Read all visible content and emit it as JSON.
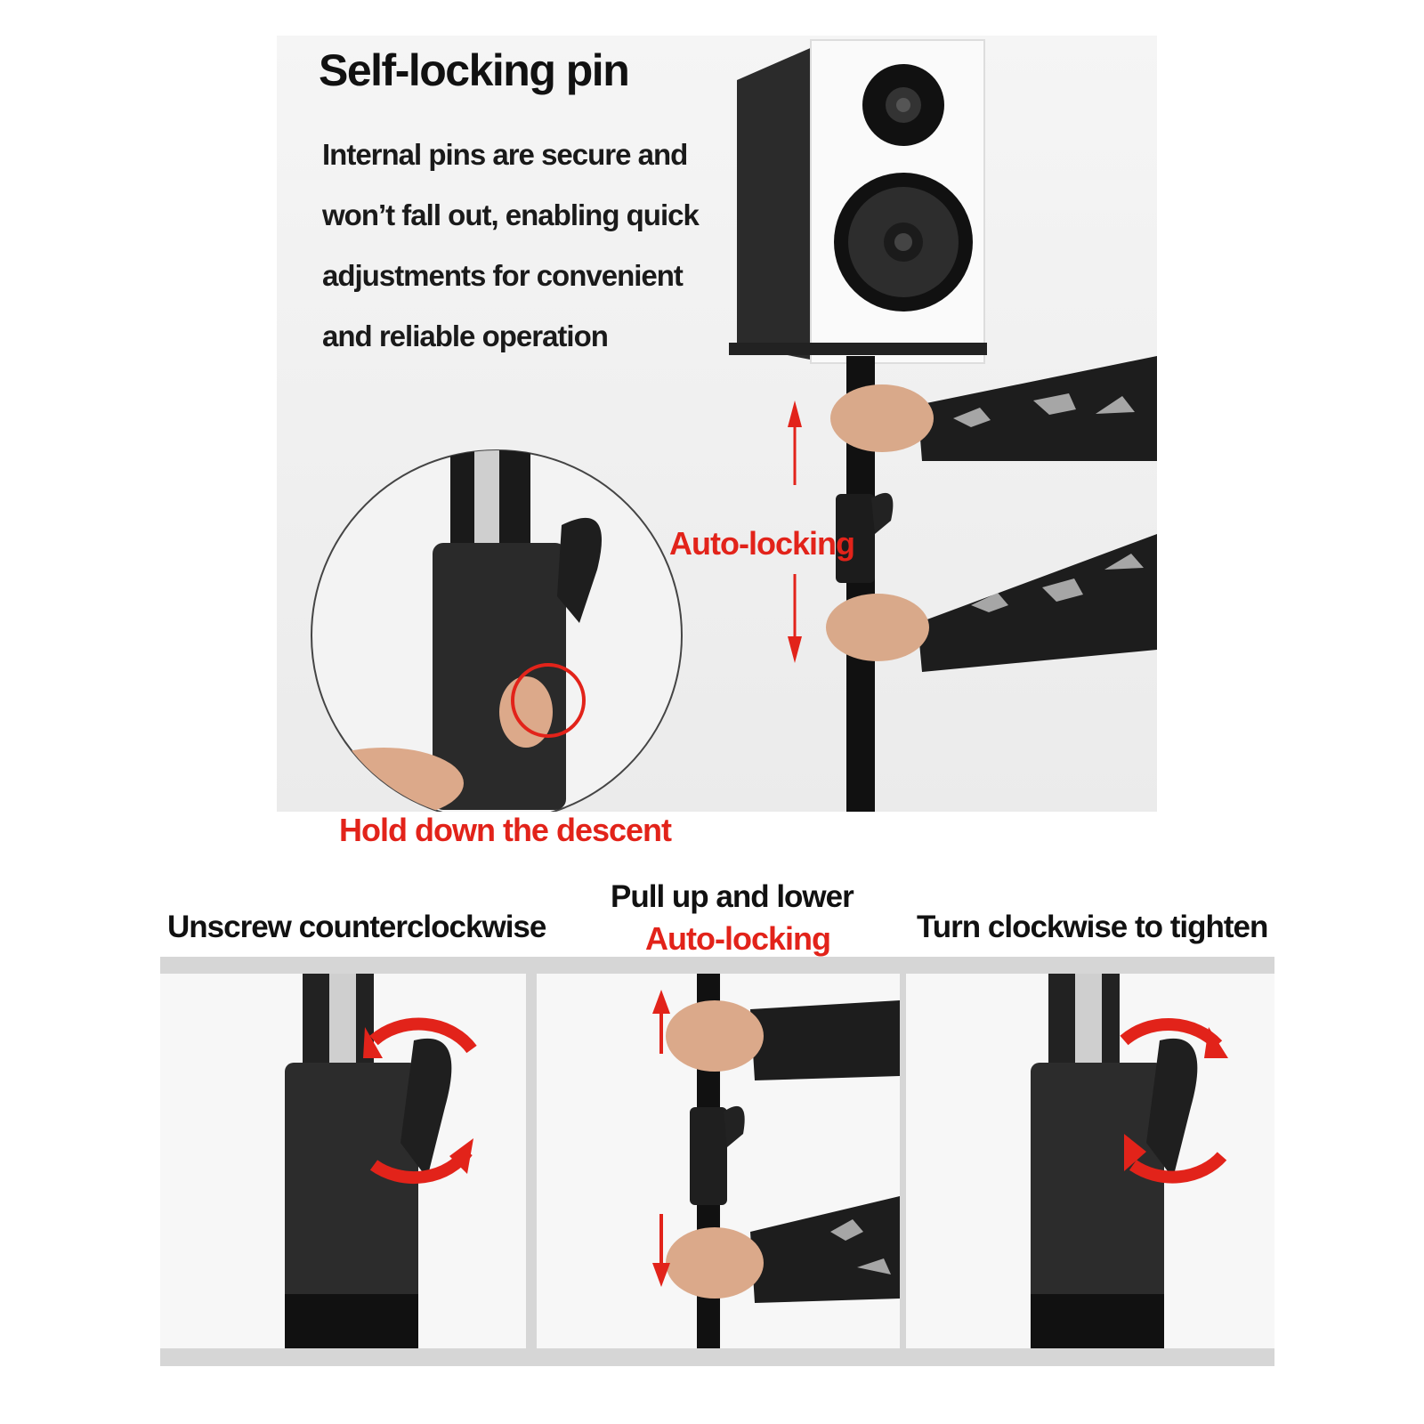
{
  "hero": {
    "title": "Self-locking pin",
    "description_lines": [
      "Internal pins are secure and",
      "won’t fall out, enabling quick",
      "adjustments for convenient",
      "and reliable operation"
    ],
    "auto_locking_label": "Auto-locking",
    "hold_label": "Hold down the descent"
  },
  "steps": [
    {
      "title": "Unscrew counterclockwise"
    },
    {
      "title": "Pull up and lower",
      "subtitle": "Auto-locking"
    },
    {
      "title": "Turn clockwise to tighten"
    }
  ],
  "colors": {
    "accent_red": "#e2231a",
    "text": "#111111",
    "panel_border": "#d6d6d6"
  },
  "icons": [
    "speaker-image",
    "hand-grip-image",
    "clamp-closeup-image",
    "arrow-up-icon",
    "arrow-down-icon",
    "curved-arrow-icon",
    "highlight-circle-icon"
  ]
}
